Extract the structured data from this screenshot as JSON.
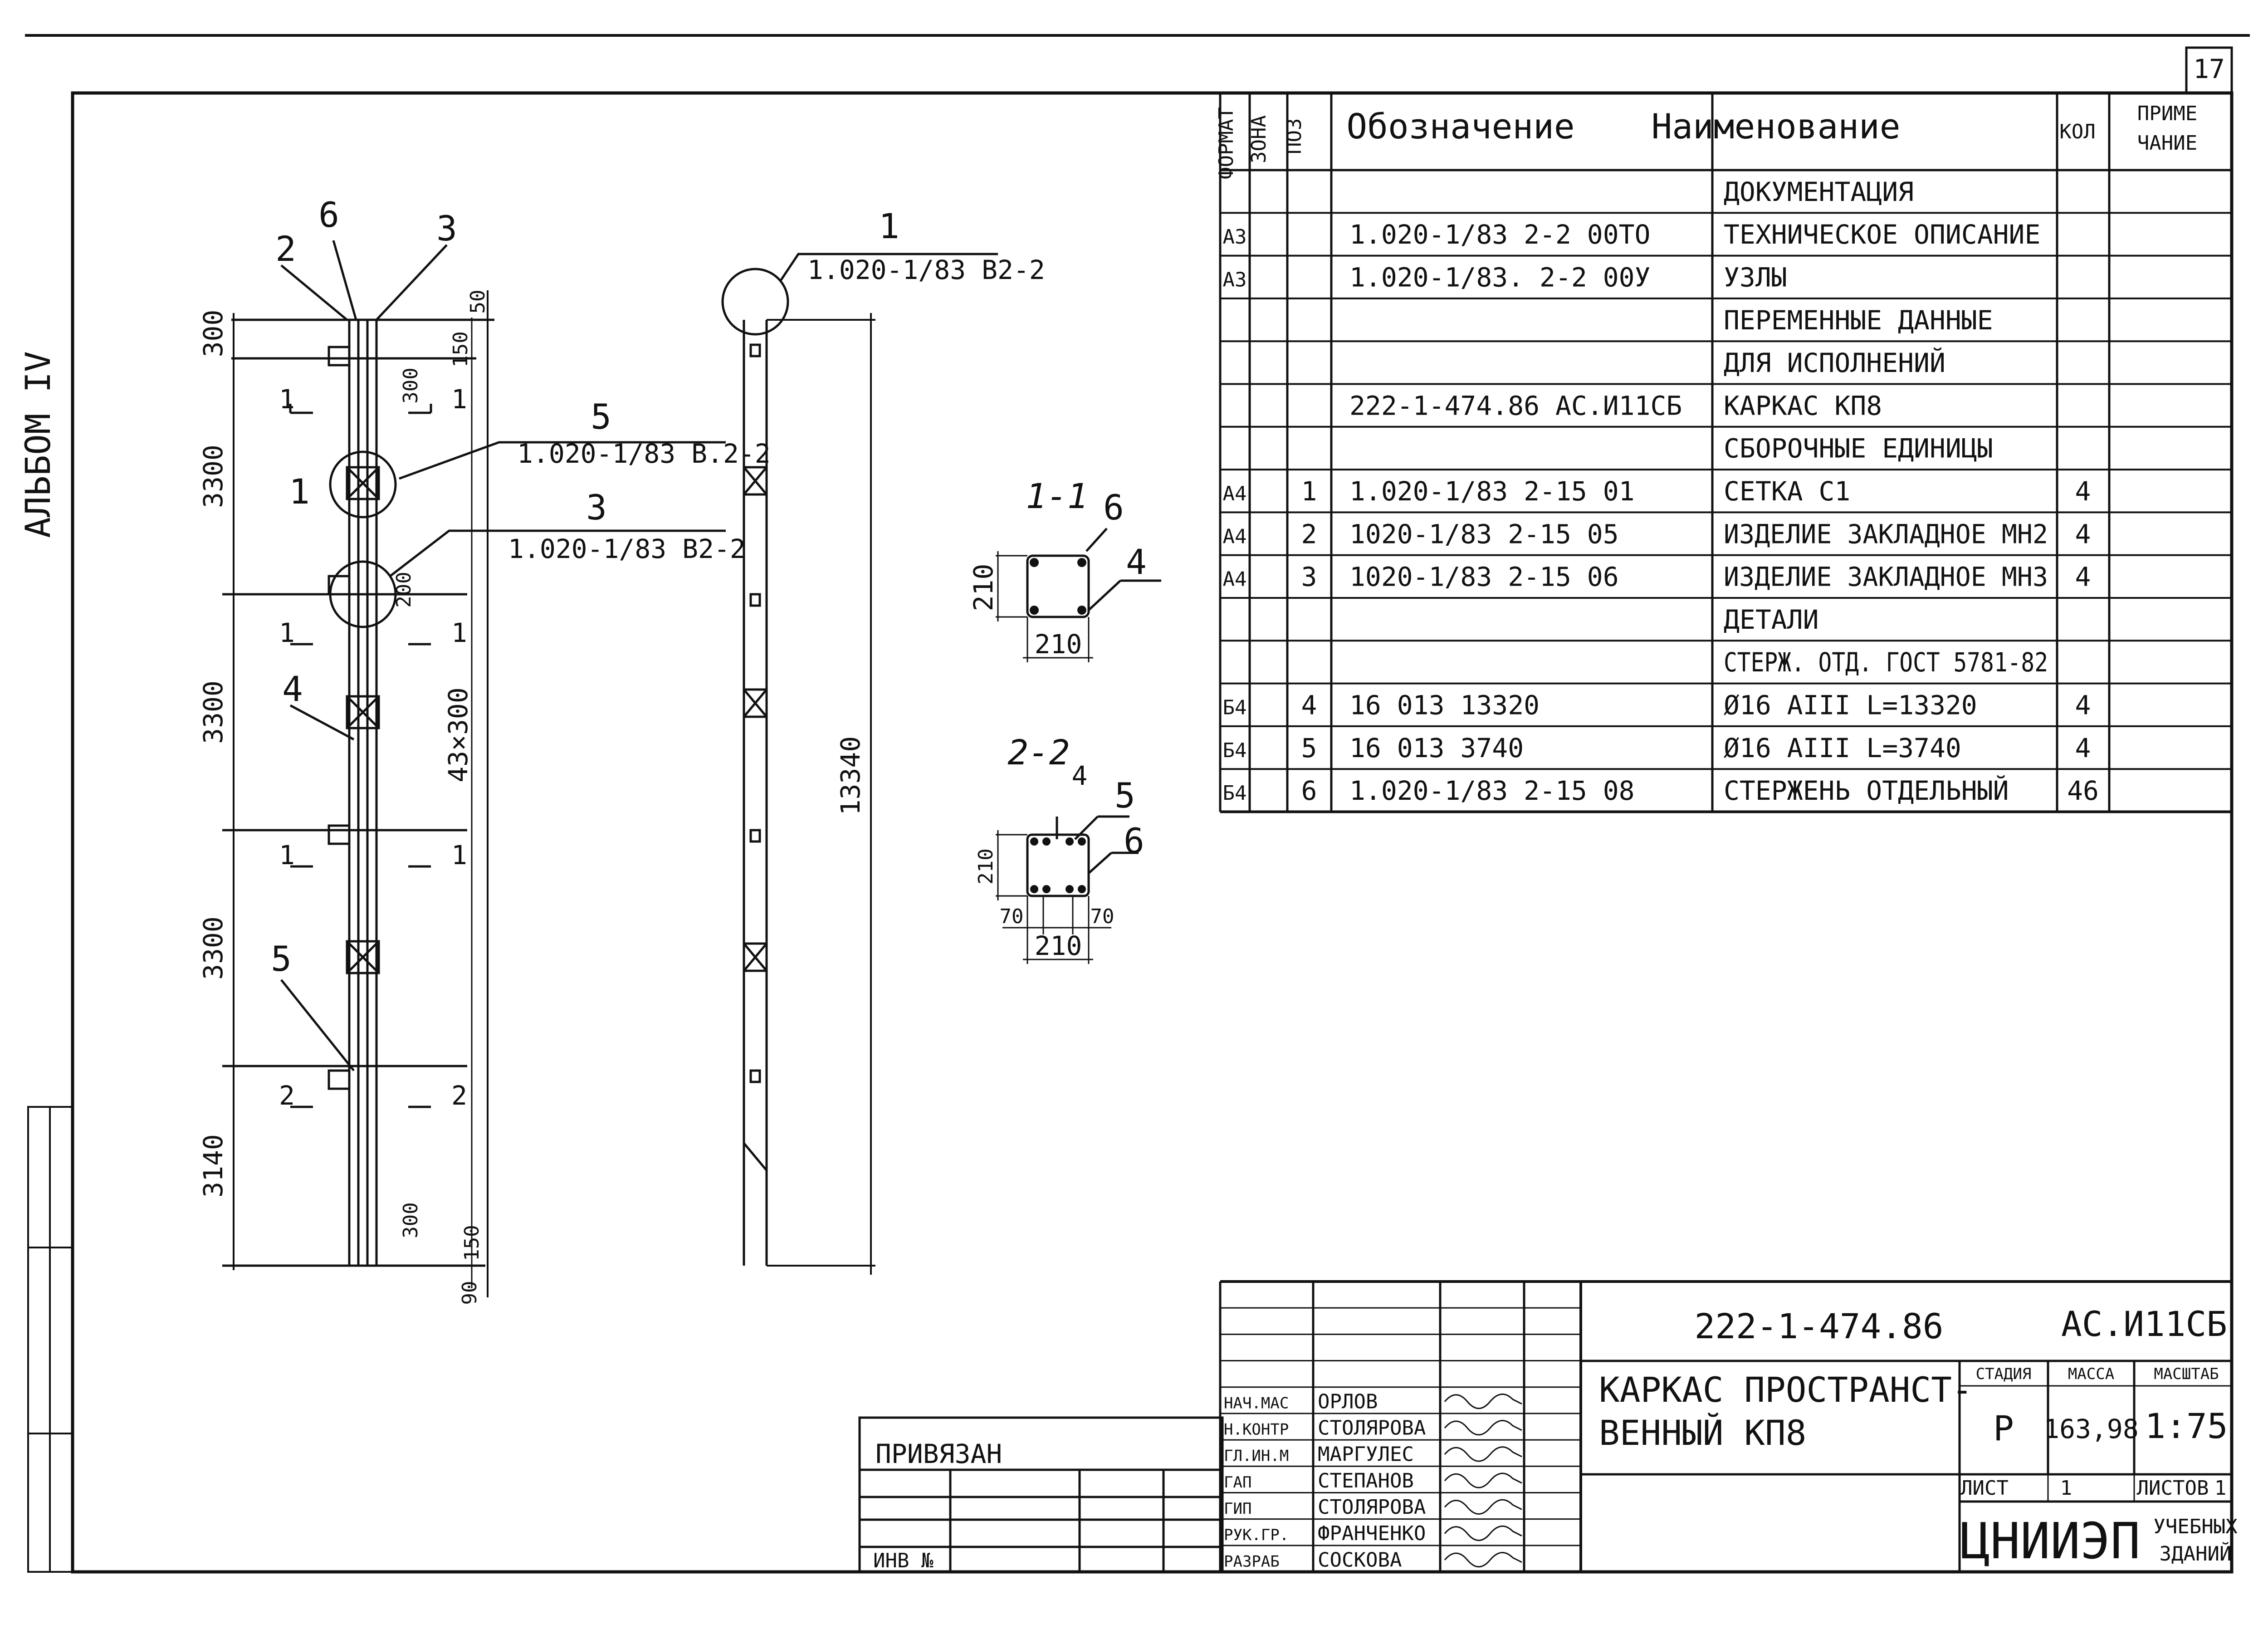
{
  "sheet_number": "17",
  "album_label": "АЛЬБОМ IV",
  "spec_table": {
    "headers": {
      "format": "ФОРМАТ",
      "zone": "ЗОНА",
      "pos": "ПОЗ",
      "designation": "Обозначение",
      "name": "Наименование",
      "qty": "КОЛ",
      "note_line1": "ПРИМЕ",
      "note_line2": "ЧАНИЕ"
    },
    "rows": [
      {
        "format": "",
        "pos": "",
        "designation": "",
        "name": "ДОКУМЕНТАЦИЯ",
        "qty": ""
      },
      {
        "format": "А3",
        "pos": "",
        "designation": "1.020-1/83 2-2 00ТО",
        "name": "ТЕХНИЧЕСКОЕ ОПИСАНИЕ",
        "qty": ""
      },
      {
        "format": "А3",
        "pos": "",
        "designation": "1.020-1/83. 2-2 00У",
        "name": "УЗЛЫ",
        "qty": ""
      },
      {
        "format": "",
        "pos": "",
        "designation": "",
        "name": "ПЕРЕМЕННЫЕ ДАННЫЕ",
        "qty": ""
      },
      {
        "format": "",
        "pos": "",
        "designation": "",
        "name": "ДЛЯ ИСПОЛНЕНИЙ",
        "qty": ""
      },
      {
        "format": "",
        "pos": "",
        "designation": "222-1-474.86 АС.И11СБ",
        "name": "КАРКАС КП8",
        "qty": ""
      },
      {
        "format": "",
        "pos": "",
        "designation": "",
        "name": "СБОРОЧНЫЕ ЕДИНИЦЫ",
        "qty": ""
      },
      {
        "format": "А4",
        "pos": "1",
        "designation": "1.020-1/83 2-15 01",
        "name": "СЕТКА С1",
        "qty": "4"
      },
      {
        "format": "А4",
        "pos": "2",
        "designation": "1020-1/83 2-15 05",
        "name": "ИЗДЕЛИЕ ЗАКЛАДНОЕ МН2",
        "qty": "4"
      },
      {
        "format": "А4",
        "pos": "3",
        "designation": "1020-1/83 2-15 06",
        "name": "ИЗДЕЛИЕ ЗАКЛАДНОЕ МН3",
        "qty": "4"
      },
      {
        "format": "",
        "pos": "",
        "designation": "",
        "name": "ДЕТАЛИ",
        "qty": ""
      },
      {
        "format": "",
        "pos": "",
        "designation": "",
        "name": "СТЕРЖ. ОТД. ГОСТ 5781-82",
        "qty": ""
      },
      {
        "format": "Б4",
        "pos": "4",
        "designation": "16 013 13320",
        "name": "Ø16 АIII     L=13320",
        "qty": "4"
      },
      {
        "format": "Б4",
        "pos": "5",
        "designation": "16 013 3740",
        "name": "Ø16 АIII     L=3740",
        "qty": "4"
      },
      {
        "format": "Б4",
        "pos": "6",
        "designation": "1.020-1/83 2-15 08",
        "name": "СТЕРЖЕНЬ ОТДЕЛЬНЫЙ",
        "qty": "46"
      }
    ]
  },
  "drawing": {
    "left_view": {
      "callouts": {
        "c6": "6",
        "c2": "2",
        "c3": "3",
        "c5": "5",
        "c3b": "3",
        "c4": "4",
        "c5b": "5",
        "c1": "1"
      },
      "leader_ref_5": "1.020-1/83 В.2-2",
      "leader_ref_3": "1.020-1/83 В2-2",
      "dims_left": [
        "300",
        "3300",
        "3300",
        "3300",
        "3140"
      ],
      "dims_right": [
        "50",
        "150",
        "300",
        "43×300",
        "200",
        "300",
        "150",
        "90"
      ],
      "section_marks": [
        "1",
        "1",
        "1",
        "1",
        "1",
        "1",
        "2",
        "2"
      ]
    },
    "right_view": {
      "callout_1": "1",
      "leader_ref_1": "1.020-1/83 В2-2",
      "length_dim": "13340"
    },
    "section_1": {
      "title": "1-1",
      "callouts": [
        "6",
        "4"
      ],
      "dims": [
        "210",
        "210"
      ]
    },
    "section_2": {
      "title": "2-2",
      "callouts": [
        "4",
        "5",
        "6"
      ],
      "dims": [
        "210",
        "70",
        "70",
        "210"
      ]
    }
  },
  "title_block": {
    "doc_code": "222-1-474.86",
    "doc_suffix": "АС.И11СБ",
    "title_line1": "КАРКАС ПРОСТРАНСТ-",
    "title_line2": "ВЕННЫЙ      КП8",
    "stage_label": "СТАДИЯ",
    "mass_label": "МАССА",
    "scale_label": "МАСШТАБ",
    "stage": "Р",
    "mass": "163,98",
    "scale": "1:75",
    "sheet_label": "ЛИСТ",
    "sheet_value": "1",
    "sheets_label": "ЛИСТОВ",
    "sheets_value": "1",
    "org_name": "ЦНИИЭП",
    "org_sub1": "УЧЕБНЫХ",
    "org_sub2": "ЗДАНИЙ",
    "signatures": [
      {
        "role": "НАЧ.МАС",
        "name": "ОРЛОВ"
      },
      {
        "role": "Н.КОНТР",
        "name": "СТОЛЯРОВА"
      },
      {
        "role": "ГЛ.ИН.М",
        "name": "МАРГУЛЕС"
      },
      {
        "role": "ГАП",
        "name": "СТЕПАНОВ"
      },
      {
        "role": "ГИП",
        "name": "СТОЛЯРОВА"
      },
      {
        "role": "РУК.ГР.",
        "name": "ФРАНЧЕНКО"
      },
      {
        "role": "РАЗРАБ",
        "name": "СОСКОВА"
      }
    ]
  },
  "binding_block": {
    "label": "ПРИВЯЗАН",
    "inv_label": "ИНВ №"
  }
}
